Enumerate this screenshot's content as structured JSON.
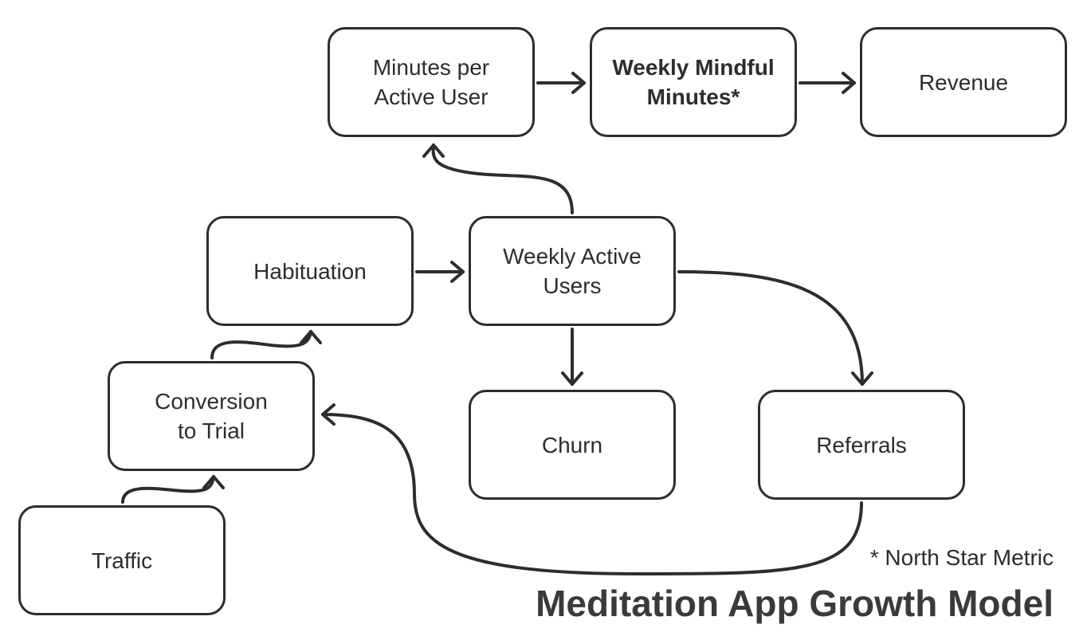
{
  "nodes": {
    "minutes_per_active_user": "Minutes per\nActive User",
    "weekly_mindful_minutes": "Weekly Mindful\nMinutes*",
    "revenue": "Revenue",
    "habituation": "Habituation",
    "weekly_active_users": "Weekly Active\nUsers",
    "conversion_to_trial": "Conversion\nto Trial",
    "churn": "Churn",
    "referrals": "Referrals",
    "traffic": "Traffic"
  },
  "footnote": "* North Star Metric",
  "title": "Meditation App Growth Model",
  "colors": {
    "stroke": "#2d2d2d",
    "title": "#3a3a3a",
    "background": "#ffffff"
  }
}
